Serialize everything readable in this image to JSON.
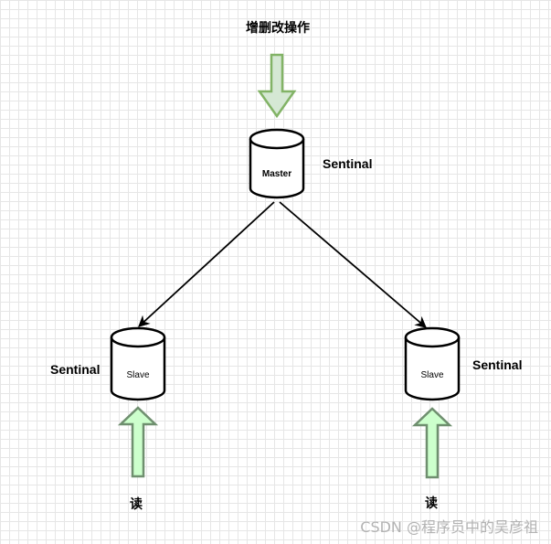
{
  "top_operation_label": "增删改操作",
  "nodes": {
    "master": {
      "label": "Master",
      "sentinel_label": "Sentinal"
    },
    "slave_left": {
      "label": "Slave",
      "sentinel_label": "Sentinal",
      "read_label": "读"
    },
    "slave_right": {
      "label": "Slave",
      "sentinel_label": "Sentinal",
      "read_label": "读"
    }
  },
  "colors": {
    "arrow_fill_top": "#d5e8d4",
    "arrow_stroke_top": "#82b366",
    "arrow_fill_bottom": "#ccffcc",
    "arrow_stroke_bottom": "#6f8f6f",
    "cylinder_stroke": "#000000"
  },
  "watermark": "CSDN @程序员中的吴彦祖"
}
